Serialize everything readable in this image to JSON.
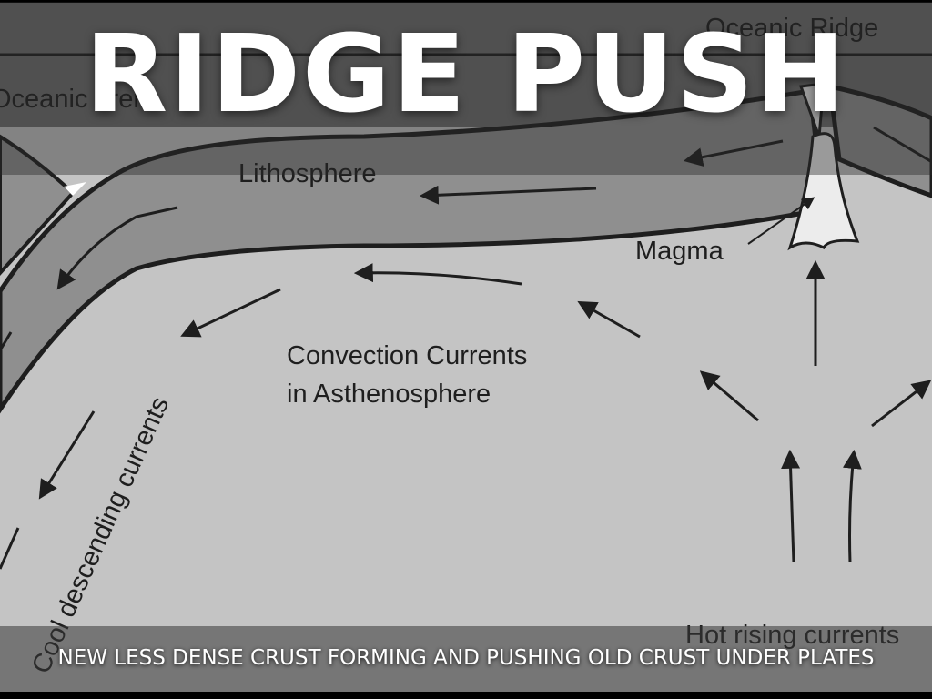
{
  "slide": {
    "title": "RIDGE PUSH",
    "caption": "NEW LESS DENSE CRUST FORMING AND PUSHING OLD CRUST UNDER PLATES"
  },
  "diagram": {
    "labels": {
      "oceanic_ridge": "Oceanic Ridge",
      "oceanic_trench": "Oceanic Tren",
      "lithosphere": "Lithosphere",
      "magma": "Magma",
      "convection_line1": "Convection Currents",
      "convection_line2": "in Asthenosphere",
      "cool_descending": "Cool descending currents",
      "hot_rising": "Hot rising currents"
    }
  },
  "colors": {
    "asthenosphere": "#c4c4c4",
    "lithosphere": "#8f8f8f",
    "ocean": "#6d6d6d",
    "magma": "#ececec",
    "ink": "#1e1e1e"
  }
}
